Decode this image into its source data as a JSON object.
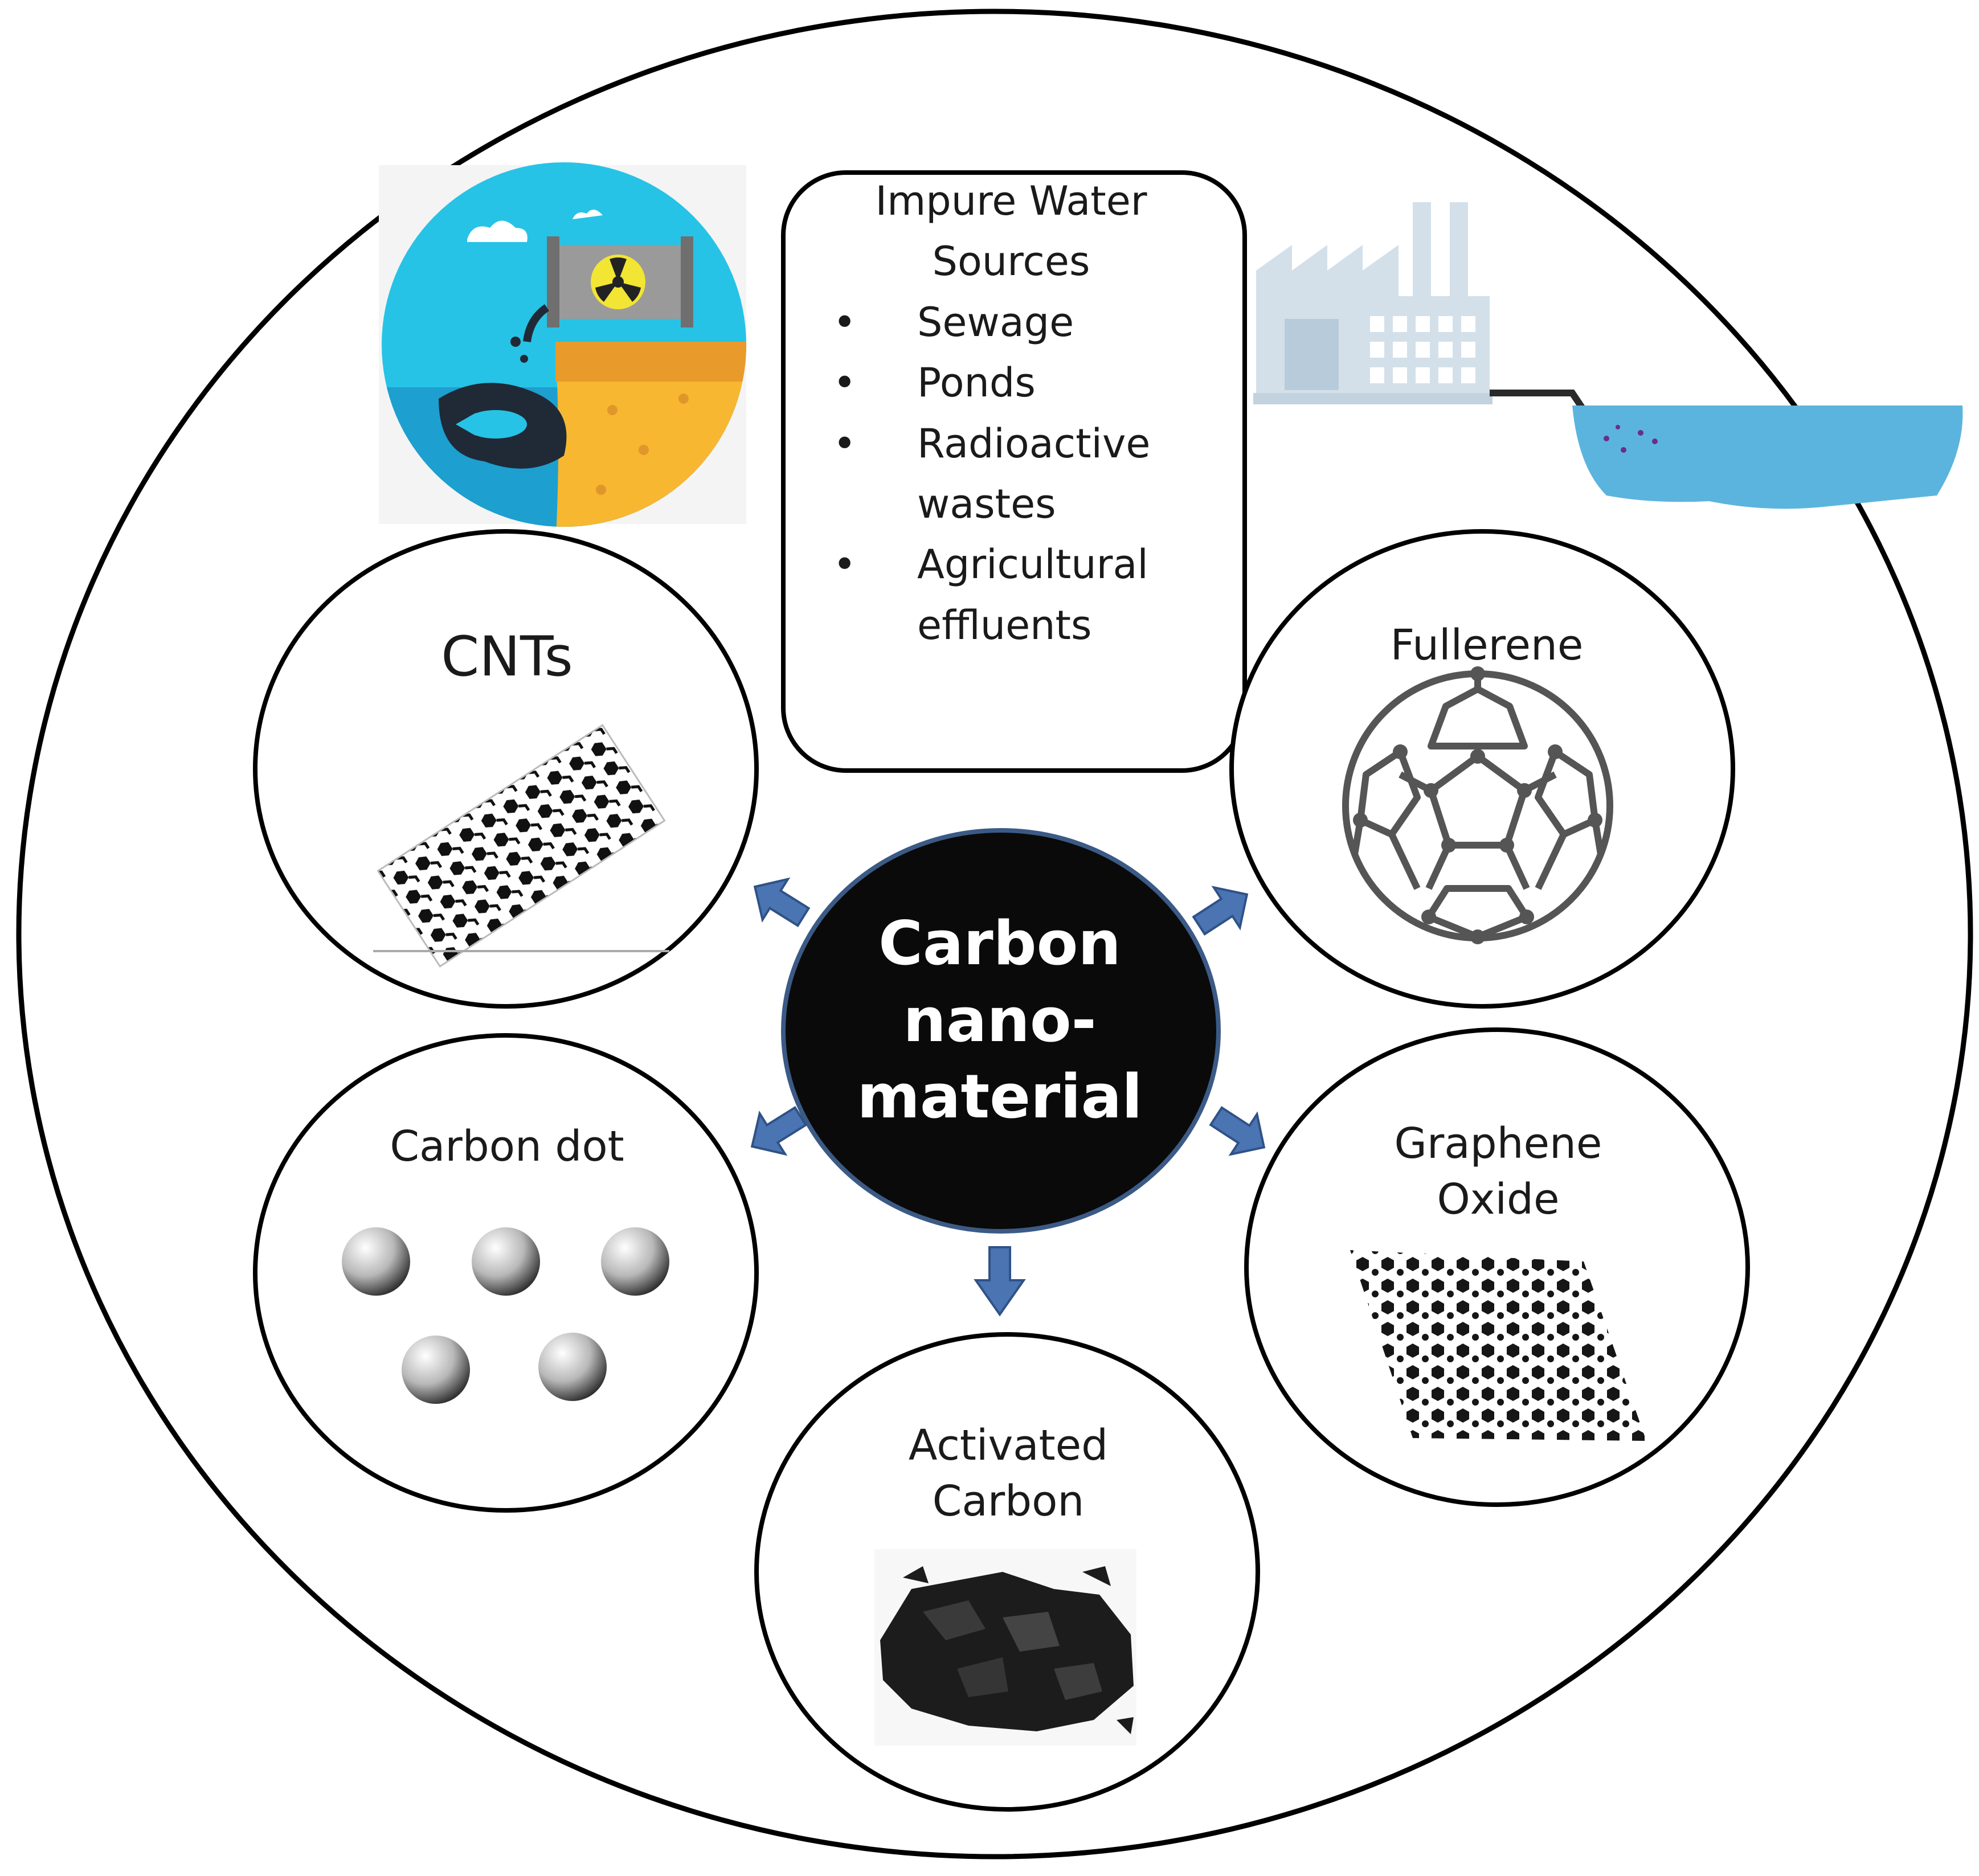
{
  "center": {
    "lines": [
      "Carbon",
      "nano-",
      "material"
    ]
  },
  "sources": {
    "heading_lines": [
      "Impure Water",
      "Sources"
    ],
    "items": [
      "Sewage",
      "Ponds",
      "Radioactive wastes",
      "Agricultural effluents"
    ]
  },
  "materials": {
    "cnts": "CNTs",
    "fullerene": "Fullerene",
    "carbon_dot": "Carbon dot",
    "graphene_oxide_lines": [
      "Graphene",
      "Oxide"
    ],
    "activated_carbon_lines": [
      "Activated",
      "Carbon"
    ]
  },
  "colors": {
    "outline": "#000000",
    "center_fill": "#0a0a0a",
    "center_ring": "#3b5a85",
    "arrow": "#4a74b2",
    "sky": "#26c3e6",
    "sand": "#f7b731",
    "factory": "#d3e0ea",
    "pond": "#5bb4de"
  },
  "icons": [
    "pollution-scene-icon",
    "factory-discharge-icon",
    "nanotube-image",
    "fullerene-image",
    "carbon-dot-spheres",
    "graphene-sheet-image",
    "activated-carbon-image"
  ]
}
